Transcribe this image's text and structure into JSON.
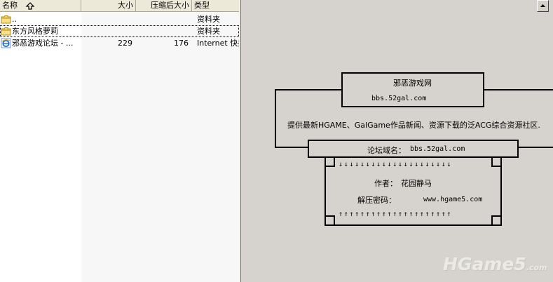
{
  "file_list": {
    "columns": {
      "name": "名称",
      "size": "大小",
      "packed": "压缩后大小",
      "type": "类型"
    },
    "sort_icon": "sort-up-arrow-icon",
    "rows": [
      {
        "icon": "parent-folder-icon",
        "name": "..",
        "size": "",
        "packed": "",
        "type": "资料夹"
      },
      {
        "icon": "folder-icon",
        "name": "东方风格萝莉",
        "size": "",
        "packed": "",
        "type": "资料夹"
      },
      {
        "icon": "internet-shortcut-icon",
        "name": "邪恶游戏论坛 - ...",
        "size": "229",
        "packed": "176",
        "type": "Internet 快捷"
      }
    ]
  },
  "preview": {
    "site_name": "邪恶游戏网",
    "site_url": "bbs.52gal.com",
    "description": "提供最新HGAME、GalGame作品新闻、资源下载的泛ACG综合资源社区.",
    "forum_domain_label": "论坛域名：",
    "forum_domain_value": "bbs.52gal.com",
    "down_arrows": "↓↓↓↓↓↓↓↓↓↓↓↓↓↓↓↓↓↓↓↓↓",
    "author_label": "作者：",
    "author_value": "花园静马",
    "password_label": "解压密码：",
    "password_value": "www.hgame5.com",
    "up_arrows": "↑↑↑↑↑↑↑↑↑↑↑↑↑↑↑↑↑↑↑↑↑"
  },
  "watermark": {
    "main": "HGame5",
    "suffix": ".com"
  },
  "colors": {
    "header_bg": "#ece9d8",
    "preview_bg": "#d6d3ce",
    "folder_yellow": "#f5d76e",
    "ie_blue": "#1c6dd0"
  }
}
